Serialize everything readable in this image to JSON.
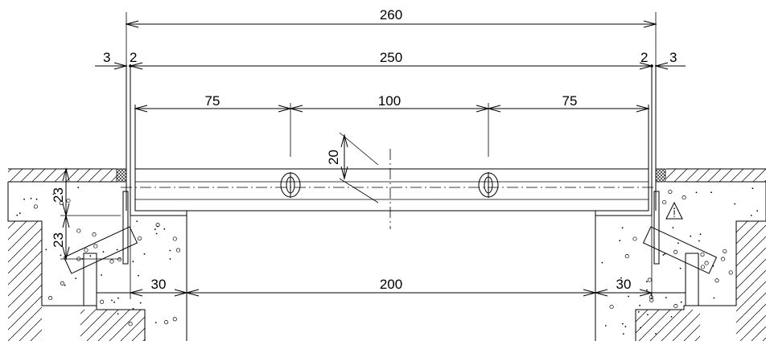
{
  "drawing": {
    "dimensions": {
      "overall": "260",
      "inner": "250",
      "gap_left": "3",
      "frame_left": "2",
      "frame_right": "2",
      "gap_right": "3",
      "left_seg": "75",
      "middle_seg": "100",
      "right_seg": "75",
      "thickness": "20",
      "depth_top": "23",
      "depth_bottom": "23",
      "support_left": "30",
      "opening": "200",
      "support_right": "30"
    },
    "warning_symbol": "!"
  }
}
